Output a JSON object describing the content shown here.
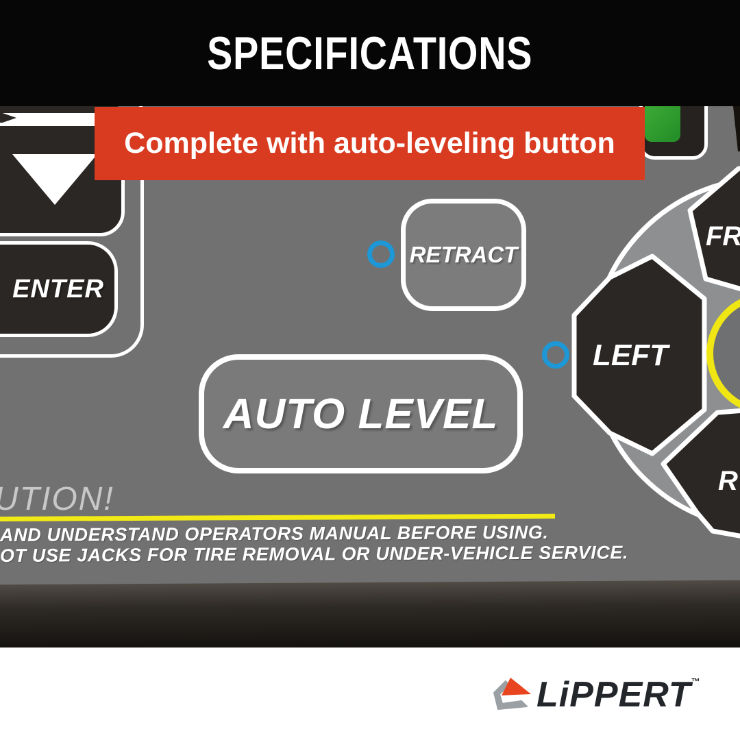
{
  "header": {
    "title": "SPECIFICATIONS"
  },
  "banner": {
    "text": "Complete with auto-leveling button"
  },
  "control_panel": {
    "buttons": {
      "enter": "ENTER",
      "retract": "RETRACT",
      "auto_level": "AUTO LEVEL",
      "left": "LEFT",
      "front_partial": "FR",
      "rear_partial": "R"
    },
    "caution": {
      "title_partial": "UTION!",
      "line1_partial": "AND UNDERSTAND OPERATORS MANUAL BEFORE USING.",
      "line2_partial": "OT USE JACKS FOR TIRE REMOVAL OR UNDER-VEHICLE SERVICE."
    }
  },
  "footer": {
    "brand": "LiPPERT",
    "trademark": "™"
  },
  "colors": {
    "banner_red": "#d93b20",
    "panel_gray": "#717171",
    "pad_gray": "#8d8f91",
    "button_black": "#2b2725",
    "indicator_blue": "#1e97d6",
    "ring_yellow": "#f0e613",
    "indicator_green": "#3fae39",
    "logo_orange": "#e8441f",
    "logo_gray": "#9aa0a4"
  }
}
